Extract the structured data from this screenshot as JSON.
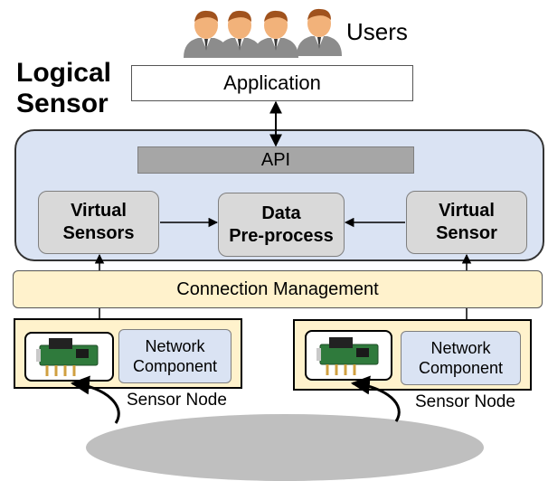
{
  "title": "Logical\nSensor",
  "users_label": "Users",
  "application": "Application",
  "api": "API",
  "virtual_sensors_left": "Virtual\nSensors",
  "data_preprocess": "Data\nPre-process",
  "virtual_sensor_right": "Virtual\nSensor",
  "connection_management": "Connection Management",
  "sensor_nodes": [
    {
      "network_component": "Network\nComponent",
      "label": "Sensor Node"
    },
    {
      "network_component": "Network\nComponent",
      "label": "Sensor Node"
    }
  ],
  "colors": {
    "logical_panel": "#dae3f3",
    "api_bar": "#a6a6a6",
    "module_fill": "#d9d9d9",
    "connection_bar": "#fff2cc",
    "ground": "#bfbfbf",
    "user_skin": "#f2b27a",
    "user_suit": "#8c8c8c"
  },
  "icons": [
    "user-icon",
    "sensor-chip-icon",
    "signal-arrow-icon"
  ]
}
